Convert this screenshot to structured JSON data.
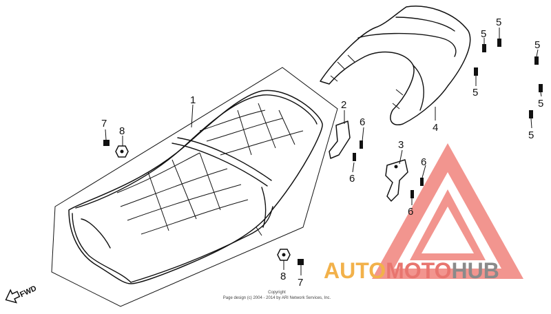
{
  "callouts": {
    "c1": "1",
    "c2": "2",
    "c3": "3",
    "c4": "4",
    "c5a": "5",
    "c5b": "5",
    "c5c": "5",
    "c5d": "5",
    "c5e": "5",
    "c5f": "5",
    "c6a": "6",
    "c6b": "6",
    "c6c": "6",
    "c6d": "6",
    "c7a": "7",
    "c7b": "7",
    "c8a": "8",
    "c8b": "8"
  },
  "fwd_label": "FWD",
  "copyright": {
    "line1": "Copyright",
    "line2": "Page design (c) 2004 - 2014 by ARI Network Services, Inc."
  },
  "watermark": {
    "part1": "AUTO",
    "part2": "MOTO",
    "part3": "HUB",
    "colors": {
      "orange": "#f2b14a",
      "red": "#e8756f",
      "gray": "#8a8a8a"
    }
  }
}
